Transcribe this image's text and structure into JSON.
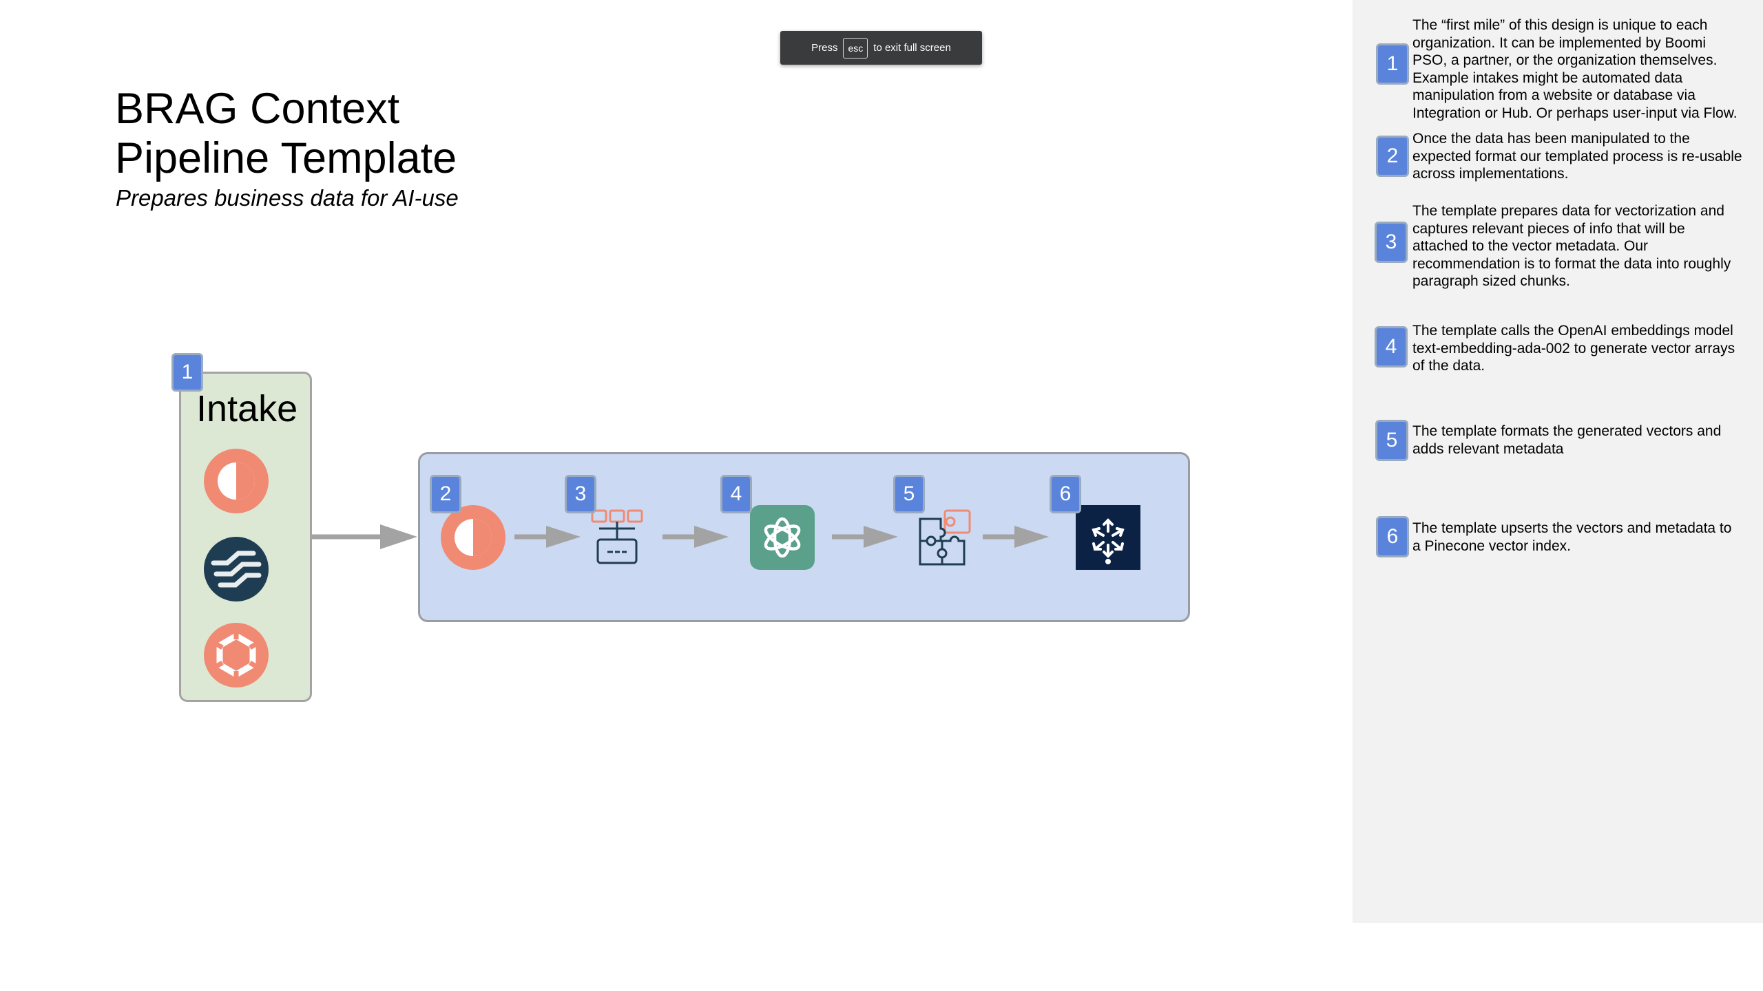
{
  "toast": {
    "press": "Press",
    "key": "esc",
    "suffix": "to exit full screen"
  },
  "slide": {
    "title": "BRAG Context\nPipeline Template",
    "subtitle": "Prepares business data for AI-use"
  },
  "intake": {
    "label": "Intake",
    "badge": "1",
    "icons": [
      "boomi-logo-icon",
      "stripes-circle-logo-icon",
      "hexagon-gear-logo-icon"
    ]
  },
  "pipeline": {
    "steps": [
      {
        "badge": "2",
        "icon": "boomi-logo-icon"
      },
      {
        "badge": "3",
        "icon": "data-mapping-icon"
      },
      {
        "badge": "4",
        "icon": "openai-logo-icon"
      },
      {
        "badge": "5",
        "icon": "puzzle-icon"
      },
      {
        "badge": "6",
        "icon": "pinecone-logo-icon"
      }
    ]
  },
  "notes": [
    {
      "num": "1",
      "text": "The “first mile” of this design is unique to each organization. It can be implemented by Boomi PSO, a partner, or the organization themselves. Example intakes might be automated data manipulation from a website or database via Integration or Hub. Or perhaps user-input via Flow."
    },
    {
      "num": "2",
      "text": "Once the data has been manipulated to the expected format our templated process is re-usable across implementations."
    },
    {
      "num": "3",
      "text": "The template prepares data for vectorization and captures relevant pieces of info that will be attached to the vector metadata. Our recommendation is to format the data into roughly paragraph sized chunks."
    },
    {
      "num": "4",
      "text": "The template calls the OpenAI embeddings model text-embedding-ada-002 to generate vector arrays of the data."
    },
    {
      "num": "5",
      "text": "The template formats the generated vectors and adds relevant metadata"
    },
    {
      "num": "6",
      "text": "The template upserts the vectors and metadata to a Pinecone vector index."
    }
  ],
  "colors": {
    "badge": "#5a84dc",
    "intake_bg": "#dce8d4",
    "pipeline_bg": "#ccd9f2",
    "boomi_coral": "#f08a73",
    "navy": "#1f3d52",
    "openai_green": "#5ba08a",
    "pinecone_navy": "#0b2245",
    "arrow": "#a3a3a3",
    "sidebar_bg": "#f2f2f2"
  }
}
